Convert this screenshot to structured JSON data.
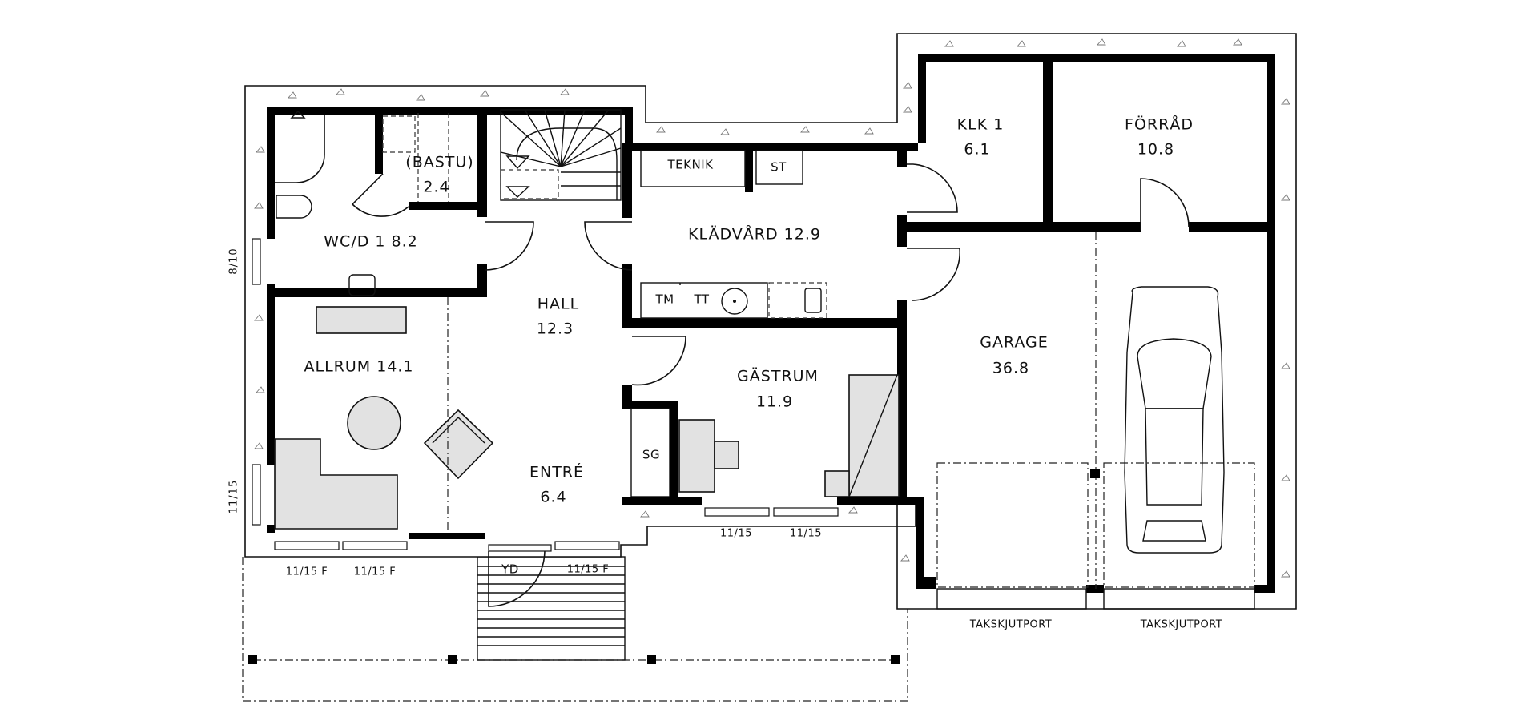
{
  "plan": {
    "type": "floor-plan",
    "rooms": [
      {
        "id": "wcd",
        "name": "WC/D 1 8.2",
        "area": "8.2"
      },
      {
        "id": "bastu",
        "name": "(BASTU)",
        "area": "2.4"
      },
      {
        "id": "hall",
        "name": "HALL",
        "area": "12.3"
      },
      {
        "id": "teknik",
        "name": "TEKNIK"
      },
      {
        "id": "st",
        "name": "ST"
      },
      {
        "id": "kladvard",
        "name": "KLÄDVÅRD 12.9",
        "area": "12.9"
      },
      {
        "id": "klk",
        "name": "KLK 1",
        "area": "6.1"
      },
      {
        "id": "forrad",
        "name": "FÖRRÅD",
        "area": "10.8"
      },
      {
        "id": "allrum",
        "name": "ALLRUM 14.1",
        "area": "14.1"
      },
      {
        "id": "gastrum",
        "name": "GÄSTRUM",
        "area": "11.9"
      },
      {
        "id": "garage",
        "name": "GARAGE",
        "area": "36.8"
      },
      {
        "id": "entre",
        "name": "ENTRÉ",
        "area": "6.4"
      },
      {
        "id": "sg",
        "name": "SG"
      }
    ],
    "appliances": {
      "tm": "TM",
      "tt": "TT"
    },
    "windows": {
      "left_upper": "8/10",
      "left_lower": "11/15",
      "allrum_1": "11/15 F",
      "allrum_2": "11/15 F",
      "entre": "11/15 F",
      "gastrum_1": "11/15",
      "gastrum_2": "11/15"
    },
    "doors": {
      "front": "YD"
    },
    "garage_doors": [
      "TAKSKJUTPORT",
      "TAKSKJUTPORT"
    ],
    "colors": {
      "wall": "#000000",
      "furniture_fill": "#e2e2e2",
      "background": "#ffffff"
    }
  }
}
